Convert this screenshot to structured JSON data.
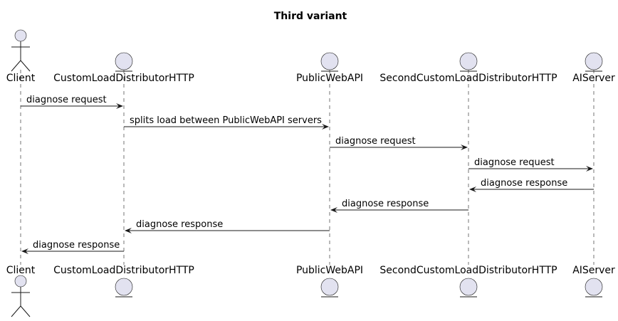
{
  "title": "Third variant",
  "participants": [
    {
      "id": "client",
      "label": "Client",
      "kind": "actor"
    },
    {
      "id": "cld",
      "label": "CustomLoadDistributorHTTP",
      "kind": "entity"
    },
    {
      "id": "pwa",
      "label": "PublicWebAPI",
      "kind": "entity"
    },
    {
      "id": "scld",
      "label": "SecondCustomLoadDistributorHTTP",
      "kind": "entity"
    },
    {
      "id": "ai",
      "label": "AIServer",
      "kind": "entity"
    }
  ],
  "messages": [
    {
      "from": "client",
      "to": "cld",
      "label": "diagnose request"
    },
    {
      "from": "cld",
      "to": "pwa",
      "label": "splits load between PublicWebAPI servers"
    },
    {
      "from": "pwa",
      "to": "scld",
      "label": "diagnose request"
    },
    {
      "from": "scld",
      "to": "ai",
      "label": "diagnose request"
    },
    {
      "from": "ai",
      "to": "scld",
      "label": "diagnose response"
    },
    {
      "from": "scld",
      "to": "pwa",
      "label": "diagnose response"
    },
    {
      "from": "pwa",
      "to": "cld",
      "label": "diagnose response"
    },
    {
      "from": "cld",
      "to": "client",
      "label": "diagnose response"
    }
  ],
  "colors": {
    "participant_fill": "#e2e2f0",
    "line": "#181818"
  }
}
